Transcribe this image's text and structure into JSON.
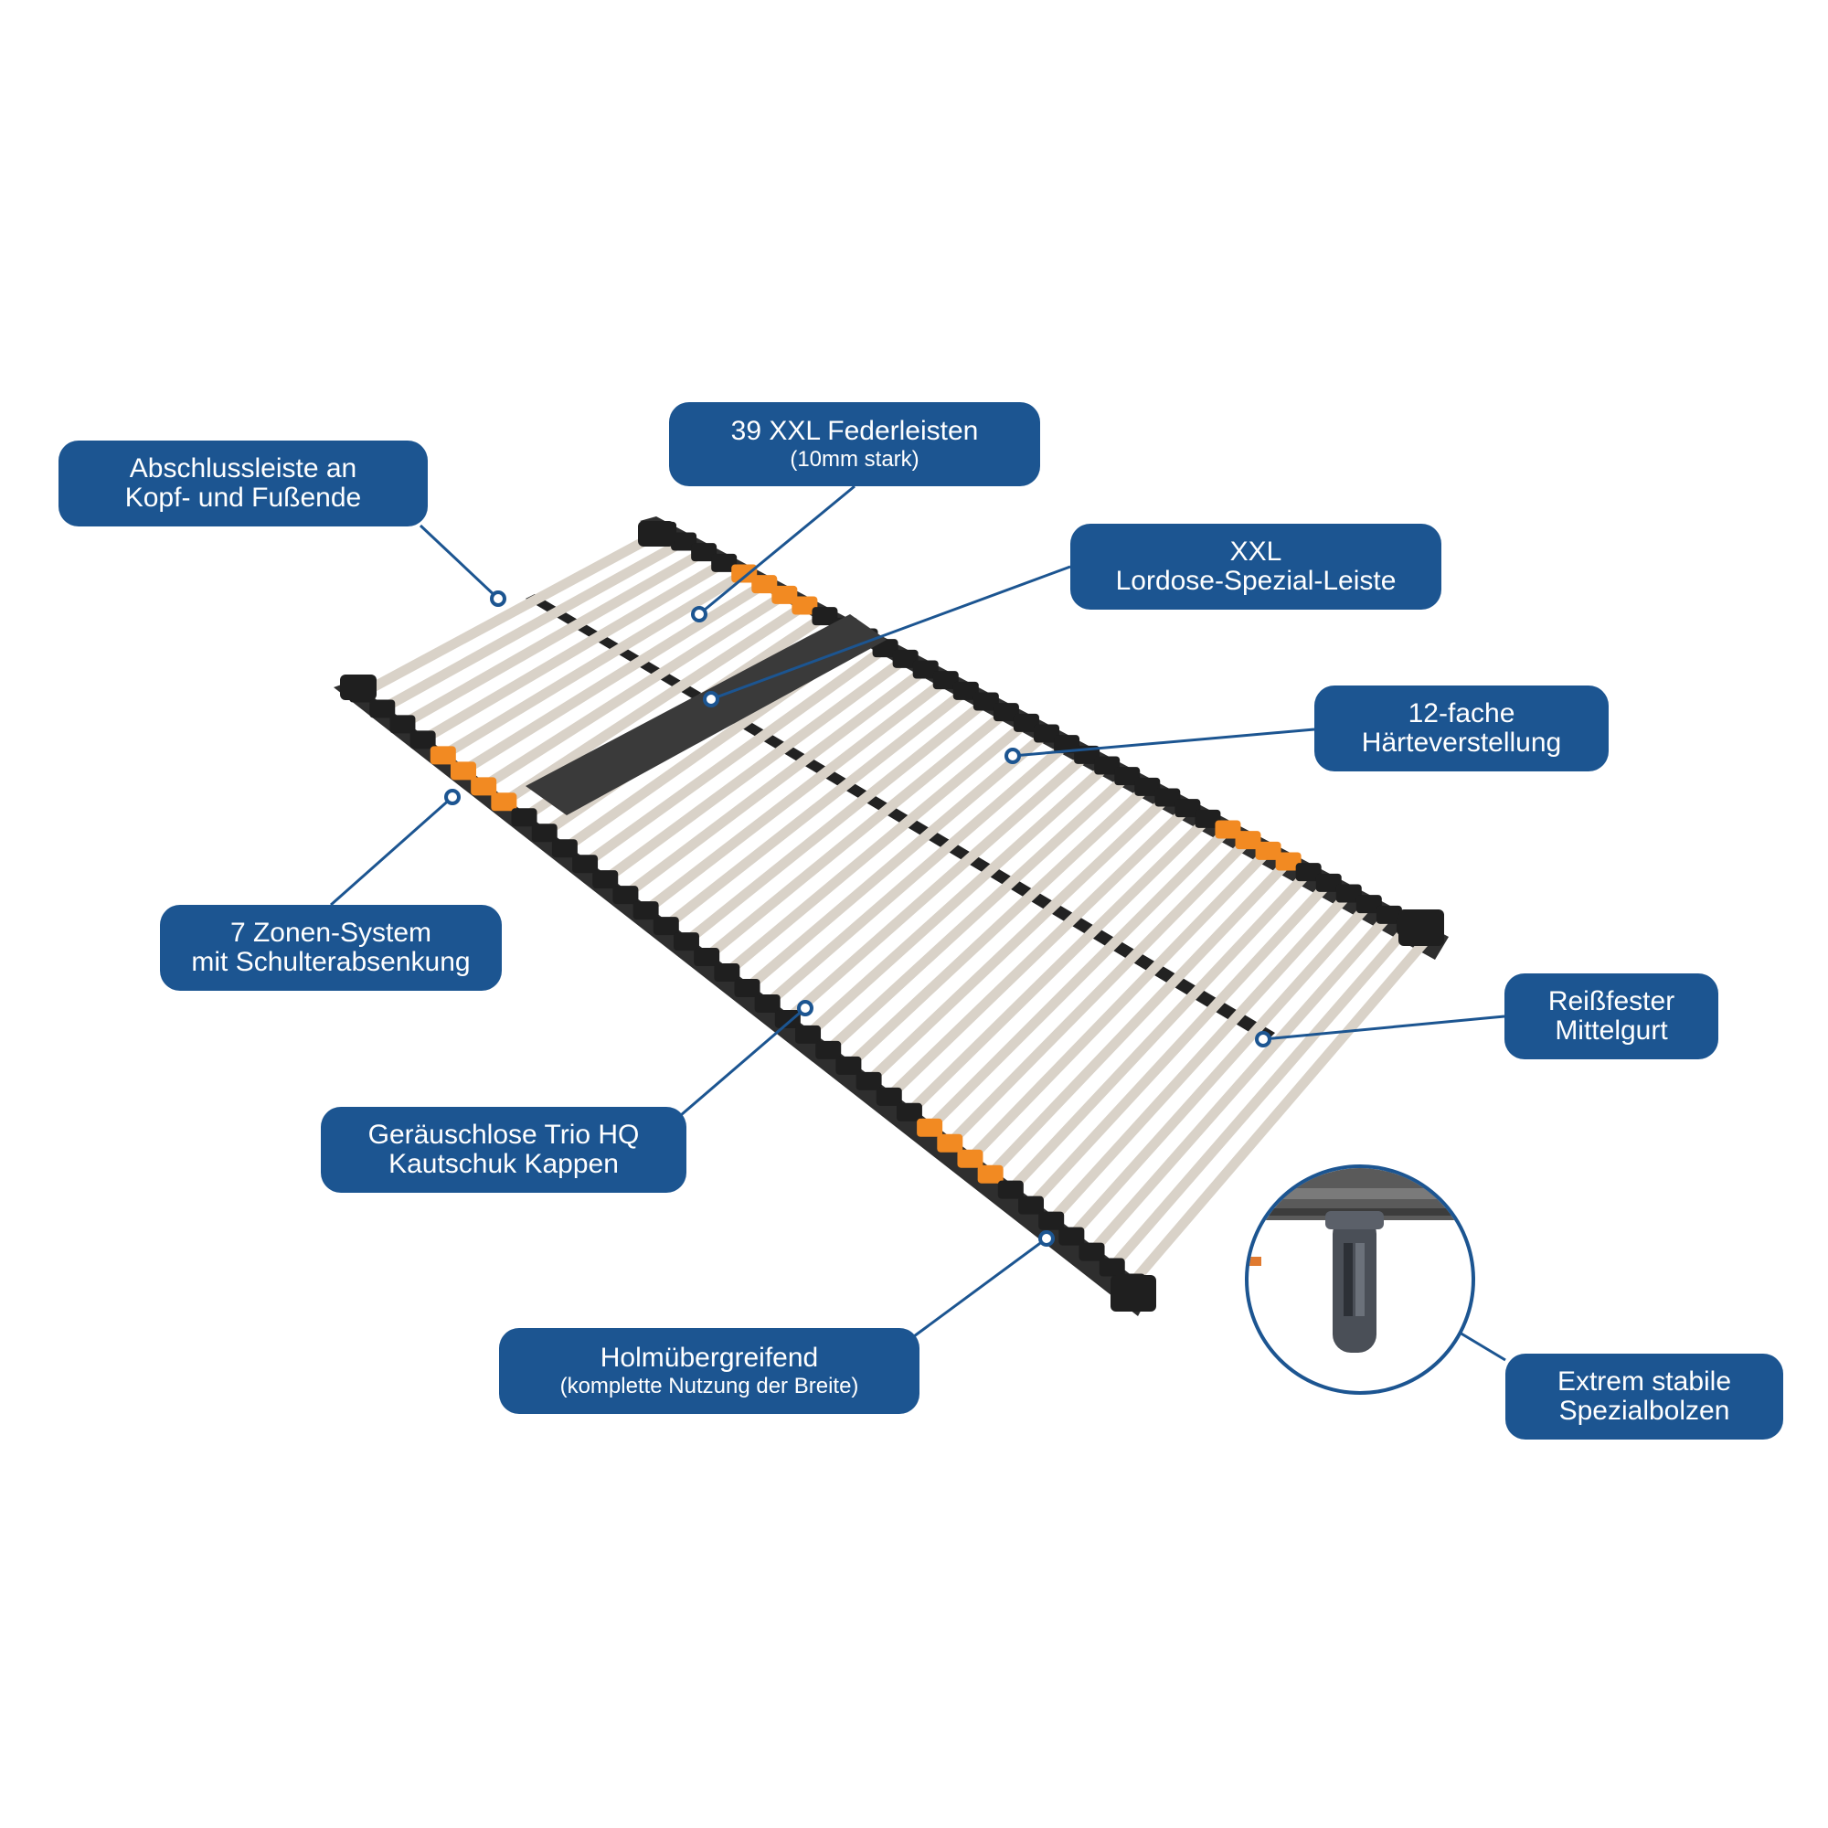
{
  "colors": {
    "callout_bg": "#1c5591",
    "callout_text": "#ffffff",
    "leader_line": "#1c5591",
    "frame": "#2e2e2e",
    "slat": "#d9d2c8",
    "cap_dark": "#1f1f1f",
    "cap_orange": "#f28a22"
  },
  "callouts": {
    "abschlussleiste": {
      "line1": "Abschlussleiste an",
      "line2": "Kopf- und Fußende"
    },
    "federleisten": {
      "line1": "39 XXL Federleisten",
      "sub": "(10mm stark)"
    },
    "lordose": {
      "line1": "XXL",
      "line2": "Lordose-Spezial-Leiste"
    },
    "haerte": {
      "line1": "12-fache",
      "line2": "Härteverstellung"
    },
    "zonen": {
      "line1": "7 Zonen-System",
      "line2": "mit Schulterabsenkung"
    },
    "mittelgurt": {
      "line1": "Reißfester",
      "line2": "Mittelgurt"
    },
    "kappen": {
      "line1": "Geräuschlose Trio HQ",
      "line2": "Kautschuk Kappen"
    },
    "holm": {
      "line1": "Holmübergreifend",
      "sub": "(komplette Nutzung der Breite)"
    },
    "bolzen": {
      "line1": "Extrem stabile",
      "line2": "Spezialbolzen"
    }
  }
}
